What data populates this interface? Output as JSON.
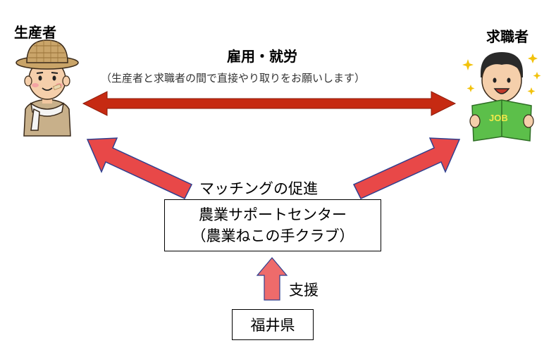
{
  "producer": {
    "label": "生産者"
  },
  "job_seeker": {
    "label": "求職者",
    "book_text": "JOB"
  },
  "employment": {
    "title": "雇用・就労",
    "note": "（生産者と求職者の間で直接やり取りをお願いします）"
  },
  "matching": {
    "label": "マッチングの促進"
  },
  "support_center": {
    "line1": "農業サポートセンター",
    "line2": "（農業ねこの手クラブ）"
  },
  "support": {
    "label": "支援"
  },
  "prefecture": {
    "label": "福井県"
  },
  "colors": {
    "main_arrow": "#c62a12",
    "side_arrows": "#e84848",
    "up_arrow": "#ee6b6b",
    "arrow_outline": "#2f3f8f"
  }
}
